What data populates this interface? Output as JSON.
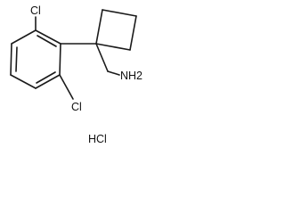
{
  "structure": {
    "atoms": {
      "cl_top": "Cl",
      "cl_bottom": "Cl",
      "amine": "NH2"
    },
    "salt": "HCl",
    "colors": {
      "bond": "#1a1a1a",
      "text": "#111111",
      "background": "#ffffff"
    }
  }
}
